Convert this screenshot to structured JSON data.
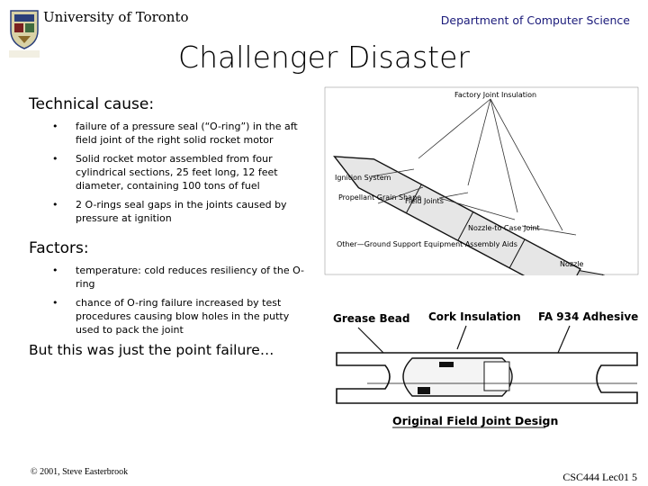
{
  "header": {
    "university": "University of Toronto",
    "department": "Department of Computer Science",
    "logo_icon": "university-crest-icon"
  },
  "slide": {
    "title": "Challenger Disaster",
    "sections": [
      {
        "heading": "Technical cause:",
        "bullets": [
          "failure of a pressure seal (“O-ring”) in the aft field joint of the right solid rocket motor",
          "Solid rocket motor assembled from four cylindrical sections, 25 feet long, 12 feet diameter, containing 100 tons of fuel",
          "2 O-rings seal gaps in the joints caused by pressure at ignition"
        ]
      },
      {
        "heading": "Factors:",
        "bullets": [
          "temperature: cold reduces resiliency of the O-ring",
          "chance of O-ring failure increased by test procedures causing blow holes in the putty used to pack the joint"
        ]
      },
      {
        "heading": "But this was just the point failure…"
      }
    ]
  },
  "rocket_figure": {
    "labels": {
      "factory_joint": "Factory Joint Insulation",
      "ignition": "Ignition System",
      "propellant": "Propellant Grain Shape",
      "field_joints": "Field Joints",
      "nozzle_case": "Nozzle-to Case Joint",
      "ground": "Other—Ground Support Equipment Assembly Aids",
      "nozzle": "Nozzle"
    }
  },
  "joint_figure": {
    "labels": {
      "grease": "Grease Bead",
      "cork": "Cork Insulation",
      "fa": "FA 934 Adhesive",
      "caption": "Original Field Joint Design"
    }
  },
  "footer": {
    "copyright": "© 2001, Steve Easterbrook",
    "course": "CSC444 Lec01 5"
  }
}
